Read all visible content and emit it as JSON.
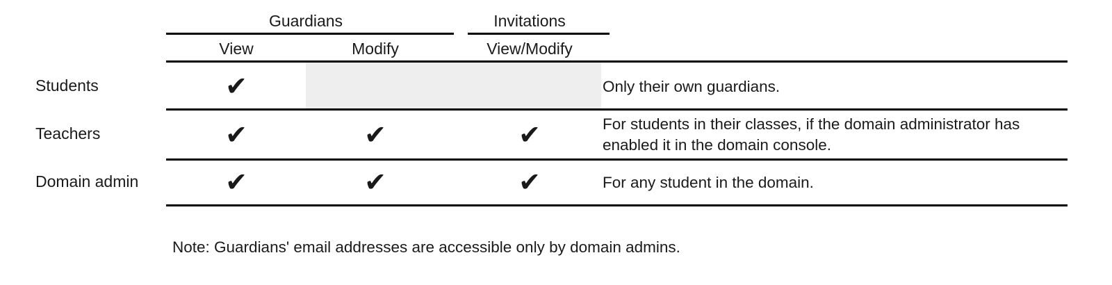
{
  "table": {
    "group_headers": [
      {
        "label": "Guardians"
      },
      {
        "label": "Invitations"
      }
    ],
    "column_headers": [
      {
        "label": "View"
      },
      {
        "label": "Modify"
      },
      {
        "label": "View/Modify"
      }
    ],
    "rows": [
      {
        "label": "Students",
        "guardians_view": "✔",
        "guardians_modify": "",
        "invitations_view_modify": "",
        "notes": "Only their own guardians.",
        "shaded": true
      },
      {
        "label": "Teachers",
        "guardians_view": "✔",
        "guardians_modify": "✔",
        "invitations_view_modify": "✔",
        "notes": "For students in their classes, if the domain administrator has enabled it in the domain console.",
        "shaded": false
      },
      {
        "label": "Domain admin",
        "guardians_view": "✔",
        "guardians_modify": "✔",
        "invitations_view_modify": "✔",
        "notes": "For any student in the domain.",
        "shaded": false
      }
    ]
  },
  "footnote": {
    "text": "Note: Guardians' email addresses are accessible only by domain admins."
  },
  "colors": {
    "rule": "#000000",
    "text": "#1a1a1a",
    "shaded_cell": "#eeeeee",
    "background": "#ffffff"
  }
}
